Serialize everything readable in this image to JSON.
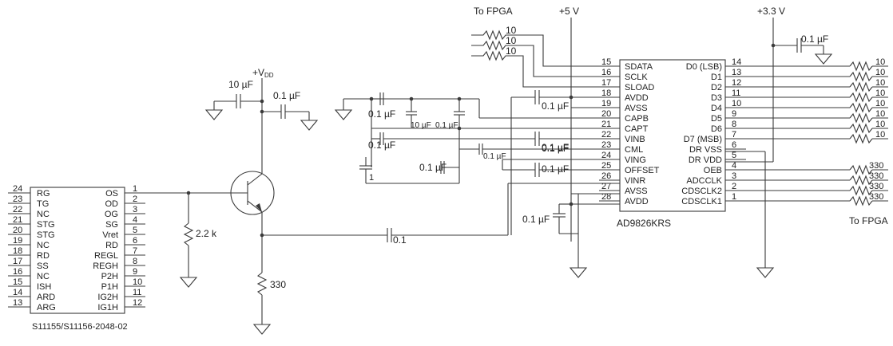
{
  "sensor": {
    "part": "S11155/S11156-2048-02",
    "pins_left": [
      {
        "num": "24",
        "name": "RG"
      },
      {
        "num": "23",
        "name": "TG"
      },
      {
        "num": "22",
        "name": "NC"
      },
      {
        "num": "21",
        "name": "STG"
      },
      {
        "num": "20",
        "name": "STG"
      },
      {
        "num": "19",
        "name": "NC"
      },
      {
        "num": "18",
        "name": "RD"
      },
      {
        "num": "17",
        "name": "SS"
      },
      {
        "num": "16",
        "name": "NC"
      },
      {
        "num": "15",
        "name": "ISH"
      },
      {
        "num": "14",
        "name": "ARD"
      },
      {
        "num": "13",
        "name": "ARG"
      }
    ],
    "pins_right": [
      {
        "num": "1",
        "name": "OS"
      },
      {
        "num": "2",
        "name": "OD"
      },
      {
        "num": "3",
        "name": "OG"
      },
      {
        "num": "4",
        "name": "SG"
      },
      {
        "num": "5",
        "name": "Vret"
      },
      {
        "num": "6",
        "name": "RD"
      },
      {
        "num": "7",
        "name": "REGL"
      },
      {
        "num": "8",
        "name": "REGH"
      },
      {
        "num": "9",
        "name": "P2H"
      },
      {
        "num": "10",
        "name": "P1H"
      },
      {
        "num": "11",
        "name": "IG2H"
      },
      {
        "num": "12",
        "name": "IG1H"
      }
    ]
  },
  "adc": {
    "part": "AD9826KRS",
    "pins_left": [
      {
        "num": "15",
        "name": "SDATA"
      },
      {
        "num": "16",
        "name": "SCLK"
      },
      {
        "num": "17",
        "name": "SLOAD"
      },
      {
        "num": "18",
        "name": "AVDD"
      },
      {
        "num": "19",
        "name": "AVSS"
      },
      {
        "num": "20",
        "name": "CAPB"
      },
      {
        "num": "21",
        "name": "CAPT"
      },
      {
        "num": "22",
        "name": "VINB"
      },
      {
        "num": "23",
        "name": "CML"
      },
      {
        "num": "24",
        "name": "VING"
      },
      {
        "num": "25",
        "name": "OFFSET"
      },
      {
        "num": "26",
        "name": "VINR"
      },
      {
        "num": "27",
        "name": "AVSS"
      },
      {
        "num": "28",
        "name": "AVDD"
      }
    ],
    "pins_right": [
      {
        "num": "14",
        "name": "D0 (LSB)"
      },
      {
        "num": "13",
        "name": "D1"
      },
      {
        "num": "12",
        "name": "D2"
      },
      {
        "num": "11",
        "name": "D3"
      },
      {
        "num": "10",
        "name": "D4"
      },
      {
        "num": "9",
        "name": "D5"
      },
      {
        "num": "8",
        "name": "D6"
      },
      {
        "num": "7",
        "name": "D7 (MSB)"
      },
      {
        "num": "6",
        "name": "DR VSS"
      },
      {
        "num": "5",
        "name": "DR VDD"
      },
      {
        "num": "4",
        "name": "OEB"
      },
      {
        "num": "3",
        "name": "ADCCLK"
      },
      {
        "num": "2",
        "name": "CDSCLK2"
      },
      {
        "num": "1",
        "name": "CDSCLK1"
      }
    ]
  },
  "labels": {
    "vdd_plus": "+V",
    "vdd_sub": "DD",
    "plus5v": "+5 V",
    "plus33v": "+3.3 V",
    "to_fpga_top": "To FPGA",
    "to_fpga_bottom": "To FPGA"
  },
  "components": {
    "cap_vdd_10uf": "10 µF",
    "cap_vdd_01uf": "0.1 µF",
    "res_emitter_2k2": "2.2 k",
    "res_collector_330": "330",
    "cap_coupling": "0.1",
    "cap_33v": "0.1 µF",
    "cap_pin18": "0.1 µF",
    "cap_capb": "0.1 µF",
    "cap_capb_capt": "10 µF",
    "cap_capt": "0.1 µF",
    "cap_capt_gnd": "0.1 µF",
    "cap_vinb_a": "0.1 µF",
    "cap_cml_small": "0.1 µF",
    "cap_cml": "0.1 µF",
    "cap_ving": "0.1 µF",
    "cap_offset": "0.1 µF",
    "cap_vinb_b_label": "1",
    "cap_avdd": "0.1 µF",
    "res_in_sdata": "10",
    "res_in_sclk": "10",
    "res_in_sload": "10",
    "res_data": [
      "10",
      "10",
      "10",
      "10",
      "10",
      "10",
      "10",
      "10"
    ],
    "res_ctrl": [
      "330",
      "330",
      "330",
      "330"
    ]
  }
}
